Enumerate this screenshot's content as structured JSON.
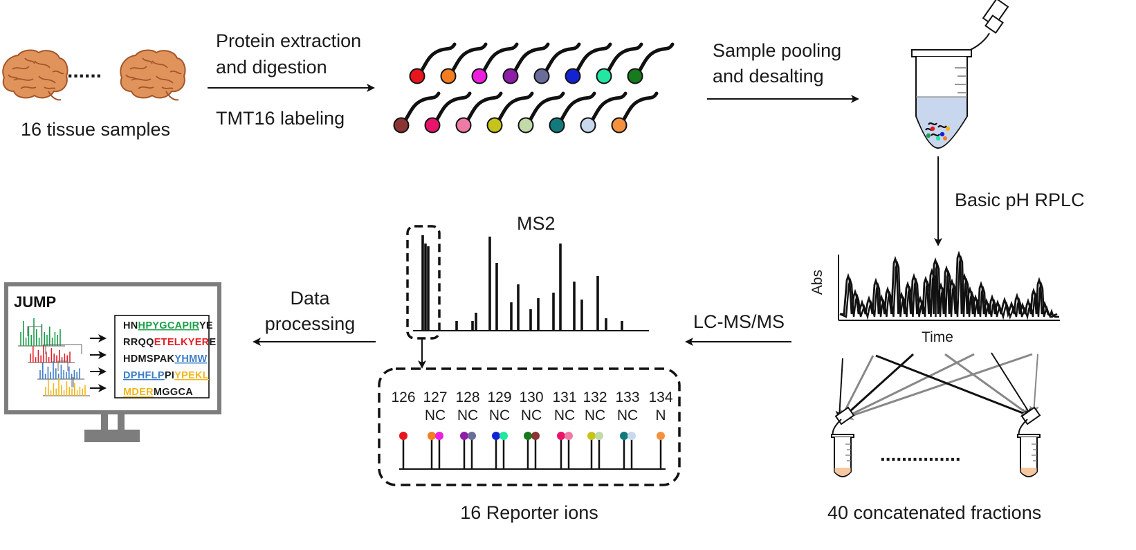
{
  "title": "",
  "labels": {
    "tissue_samples": "16 tissue samples",
    "step1_line1": "Protein extraction",
    "step1_line2": "and digestion",
    "step1_line3": "TMT16 labeling",
    "step2_line1": "Sample pooling",
    "step2_line2": "and desalting",
    "step3": "Basic pH RPLC",
    "chrom_ylabel": "Abs",
    "chrom_xlabel": "Time",
    "fractions": "40 concatenated fractions",
    "step4": "LC-MS/MS",
    "ms2": "MS2",
    "reporter_ions": "16 Reporter ions",
    "step5_line1": "Data",
    "step5_line2": "processing",
    "software": "JUMP",
    "ellipsis_brains": "......",
    "ellipsis_tubes": "..............."
  },
  "tag_colors_row1": [
    "#e8141e",
    "#f47d20",
    "#ee1fdc",
    "#8e1ea8",
    "#6a6d9a",
    "#1423d2",
    "#22e6a2",
    "#177a1c"
  ],
  "tag_colors_row2": [
    "#8a3434",
    "#e8146a",
    "#f07aa6",
    "#c6c41a",
    "#c2d9a8",
    "#137a7c",
    "#c8d8ee",
    "#f4913e"
  ],
  "reporter": {
    "channels": [
      {
        "mass": "126",
        "tag": "",
        "colors": [
          "#e8141e"
        ]
      },
      {
        "mass": "127",
        "tag": "NC",
        "colors": [
          "#f47d20",
          "#ee1fdc"
        ]
      },
      {
        "mass": "128",
        "tag": "NC",
        "colors": [
          "#8e1ea8",
          "#6a6d9a"
        ]
      },
      {
        "mass": "129",
        "tag": "NC",
        "colors": [
          "#1423d2",
          "#22e6a2"
        ]
      },
      {
        "mass": "130",
        "tag": "NC",
        "colors": [
          "#177a1c",
          "#8a3434"
        ]
      },
      {
        "mass": "131",
        "tag": "NC",
        "colors": [
          "#e8146a",
          "#f07aa6"
        ]
      },
      {
        "mass": "132",
        "tag": "NC",
        "colors": [
          "#c6c41a",
          "#c2d9a8"
        ]
      },
      {
        "mass": "133",
        "tag": "NC",
        "colors": [
          "#137a7c",
          "#c8d8ee"
        ]
      },
      {
        "mass": "134",
        "tag": "N",
        "colors": [
          "#f4913e"
        ]
      }
    ]
  },
  "peptides": [
    [
      {
        "t": "HN",
        "c": "#1a1a1a",
        "u": false
      },
      {
        "t": "HPYGCAPIR",
        "c": "#1aa048",
        "u": true
      },
      {
        "t": "YE",
        "c": "#1a1a1a",
        "u": false
      }
    ],
    [
      {
        "t": "RRQQ",
        "c": "#1a1a1a",
        "u": false
      },
      {
        "t": "ETELKYER",
        "c": "#e41e26",
        "u": false
      },
      {
        "t": "E",
        "c": "#1a1a1a",
        "u": false
      }
    ],
    [
      {
        "t": "HDMSPAK",
        "c": "#1a1a1a",
        "u": false
      },
      {
        "t": "YHMW",
        "c": "#3a7cc8",
        "u": true
      }
    ],
    [
      {
        "t": "DPHFLP",
        "c": "#3a7cc8",
        "u": true
      },
      {
        "t": "PI",
        "c": "#1a1a1a",
        "u": false
      },
      {
        "t": "YPEKL",
        "c": "#f2b61c",
        "u": true
      }
    ],
    [
      {
        "t": "MDER",
        "c": "#f2b61c",
        "u": true
      },
      {
        "t": "MGGCA",
        "c": "#1a1a1a",
        "u": false
      }
    ]
  ],
  "colors": {
    "brain": "#e0945c",
    "brain_dark": "#a4552a",
    "monitor_frame": "#7d7d7d",
    "tube_liquid": "#c9d7ee",
    "fraction_liquid": "#f6c8a2",
    "spectrum_green": "#1aa048",
    "spectrum_red": "#e41e26",
    "spectrum_blue": "#3a7cc8",
    "spectrum_yellow": "#f2b61c"
  }
}
